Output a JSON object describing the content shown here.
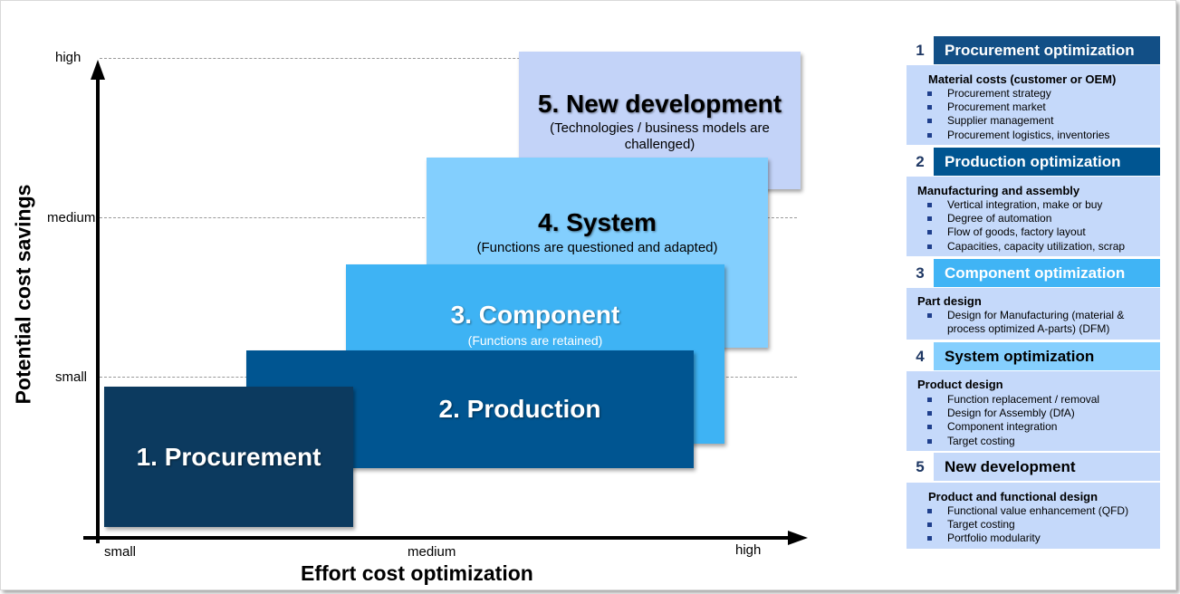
{
  "axes": {
    "y_title": "Potential cost savings",
    "x_title": "Effort cost optimization",
    "y_ticks": [
      "high",
      "medium",
      "small"
    ],
    "x_ticks": [
      "small",
      "medium",
      "high"
    ]
  },
  "boxes": [
    {
      "title": "1. Procurement",
      "subtitle": "",
      "color": "#0c3a5f"
    },
    {
      "title": "2. Production",
      "subtitle": "",
      "color": "#005591"
    },
    {
      "title": "3. Component",
      "subtitle": "(Functions are retained)",
      "color": "#3eb3f4"
    },
    {
      "title": "4. System",
      "subtitle": "(Functions are questioned and adapted)",
      "color": "#83cffe"
    },
    {
      "title": "5. New development",
      "subtitle": "(Technologies / business models are challenged)",
      "color": "#c3d3f8"
    }
  ],
  "panel": [
    {
      "number": "1",
      "title": "Procurement optimization",
      "head_color": "#124f86",
      "text_color": "#ffffff",
      "subtitle": "Material costs (customer or OEM)",
      "items": [
        "Procurement strategy",
        "Procurement market",
        "Supplier management",
        "Procurement logistics, inventories"
      ]
    },
    {
      "number": "2",
      "title": "Production optimization",
      "head_color": "#005591",
      "text_color": "#ffffff",
      "subtitle": "Manufacturing and assembly",
      "items": [
        "Vertical integration, make or buy",
        "Degree of automation",
        "Flow of goods, factory layout",
        "Capacities, capacity utilization, scrap"
      ]
    },
    {
      "number": "3",
      "title": "Component optimization",
      "head_color": "#40b4f5",
      "text_color": "#ffffff",
      "subtitle": "Part design",
      "items": [
        "Design for Manufacturing (material & process optimized A-parts) (DFM)"
      ]
    },
    {
      "number": "4",
      "title": "System optimization",
      "head_color": "#85cffe",
      "text_color": "#000000",
      "subtitle": "Product design",
      "items": [
        "Function replacement / removal",
        "Design for Assembly (DfA)",
        "Component integration",
        "Target costing"
      ]
    },
    {
      "number": "5",
      "title": "New development",
      "head_color": "#c5d9fa",
      "text_color": "#000000",
      "subtitle": "Product and functional design",
      "items": [
        "Functional value enhancement (QFD)",
        "Target costing",
        "Portfolio modularity"
      ]
    }
  ]
}
